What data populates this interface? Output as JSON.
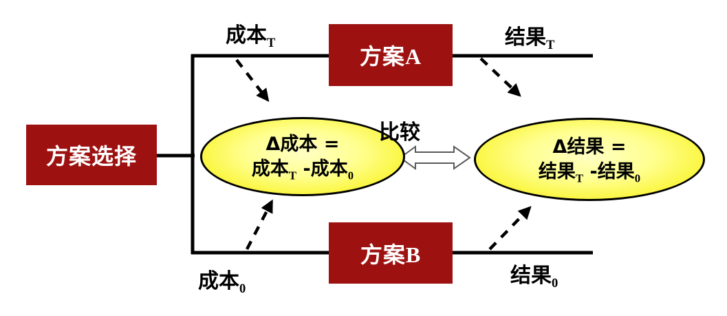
{
  "diagram": {
    "boxes": {
      "choice": {
        "label": "方案选择"
      },
      "plan_a": {
        "base": "方案",
        "suffix": "A"
      },
      "plan_b": {
        "base": "方案",
        "suffix": "B"
      }
    },
    "edge_labels": {
      "cost_t": {
        "base": "成本",
        "sub": "T"
      },
      "result_t": {
        "base": "结果",
        "sub": "T"
      },
      "cost_0": {
        "base": "成本",
        "sub": "0"
      },
      "result_0": {
        "base": "结果",
        "sub": "0"
      },
      "compare": "比较"
    },
    "ellipses": {
      "cost": {
        "line1": "Δ成本 =",
        "line2_base1": "成本",
        "line2_sub1": "T",
        "line2_base2": " -成本",
        "line2_sub2": "0"
      },
      "result": {
        "line1": "Δ结果 =",
        "line2_base1": "结果",
        "line2_sub1": "T",
        "line2_base2": " -结果",
        "line2_sub2": "0"
      }
    },
    "colors": {
      "box_red": "#9e1111",
      "box_text": "#ffffff",
      "ellipse_yellow_edge": "#f0ea05",
      "ellipse_yellow_center": "#ffffc4",
      "line_black": "#000000",
      "double_arrow_outline": "#595959",
      "double_arrow_fill": "#ffffff"
    }
  }
}
